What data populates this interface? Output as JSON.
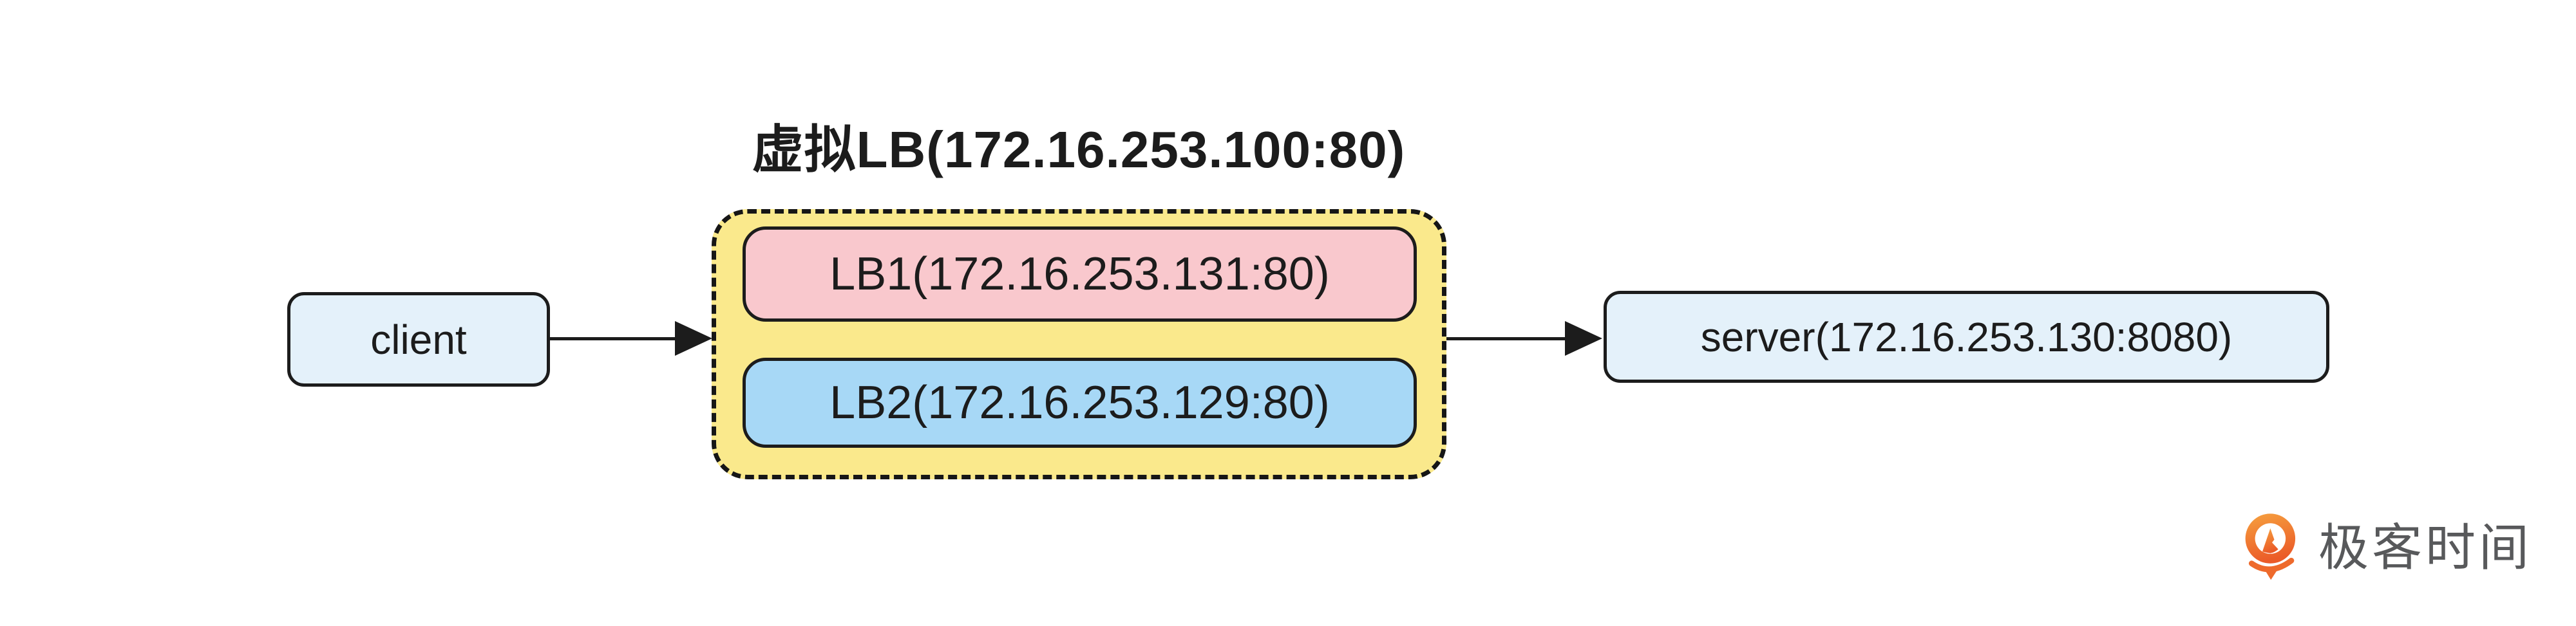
{
  "diagram": {
    "title": "虚拟LB(172.16.253.100:80)",
    "nodes": {
      "client": {
        "label": "client",
        "fill": "#E4F1FA"
      },
      "lb_group": {
        "fill": "#FAE98C",
        "border_style": "dashed",
        "members": [
          {
            "id": "lb1",
            "label": "LB1(172.16.253.131:80)",
            "fill": "#F9C8CD"
          },
          {
            "id": "lb2",
            "label": "LB2(172.16.253.129:80)",
            "fill": "#A7D8F6"
          }
        ]
      },
      "server": {
        "label": "server(172.16.253.130:8080)",
        "fill": "#E4F1FA"
      }
    },
    "edges": [
      {
        "from": "client",
        "to": "lb_group"
      },
      {
        "from": "lb_group",
        "to": "server"
      }
    ],
    "stroke_color": "#1c1c1c",
    "background": "#ffffff"
  },
  "branding": {
    "logo_icon": "geektime-pin-icon",
    "logo_text": "极客时间",
    "logo_text_color": "#58595B",
    "logo_orange_top": "#F6A13F",
    "logo_orange_bottom": "#EB5B28"
  }
}
